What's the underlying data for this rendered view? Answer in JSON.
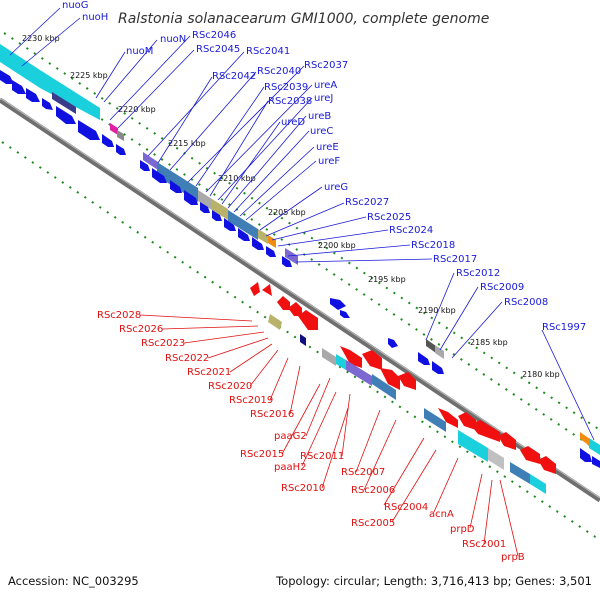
{
  "title": "Ralstonia solanacearum GMI1000, complete genome",
  "footer": {
    "accession": "Accession: NC_003295",
    "summary": "Topology: circular; Length: 3,716,413 bp; Genes: 3,501"
  },
  "colors": {
    "forward_genes": "#1010e0",
    "reverse_genes": "#f01010",
    "backbone": "#777777",
    "tick_dots": "#1f8a1f",
    "cds_cyan": "#19d0dc",
    "cds_steel": "#3f7fb5",
    "cds_purple": "#7b68d0",
    "cds_olive": "#b8b26a",
    "cds_orange": "#f08c10",
    "cds_magenta": "#e020a0",
    "cds_grey": "#a9a9a9"
  },
  "kbp_ticks": [
    "2230 kbp",
    "2225 kbp",
    "2220 kbp",
    "2215 kbp",
    "2210 kbp",
    "2205 kbp",
    "2200 kbp",
    "2195 kbp",
    "2190 kbp",
    "2185 kbp",
    "2180 kbp"
  ],
  "forward_labels": [
    "nuoG",
    "nuoH",
    "nuoM",
    "nuoN",
    "RSc2046",
    "RSc2045",
    "RSc2041",
    "RSc2042",
    "RSc2040",
    "RSc2037",
    "RSc2039",
    "ureA",
    "RSc2038",
    "ureJ",
    "ureD",
    "ureB",
    "ureC",
    "ureE",
    "ureF",
    "ureG",
    "RSc2027",
    "RSc2025",
    "RSc2024",
    "RSc2018",
    "RSc2017",
    "RSc2012",
    "RSc2009",
    "RSc2008",
    "RSc1997"
  ],
  "reverse_labels": [
    "RSc2028",
    "RSc2026",
    "RSc2023",
    "RSc2022",
    "RSc2021",
    "RSc2020",
    "RSc2019",
    "RSc2016",
    "paaG2",
    "RSc2015",
    "paaH2",
    "RSc2011",
    "RSc2010",
    "RSc2007",
    "RSc2006",
    "RSc2004",
    "RSc2005",
    "acnA",
    "prpD",
    "RSc2001",
    "prpB"
  ]
}
